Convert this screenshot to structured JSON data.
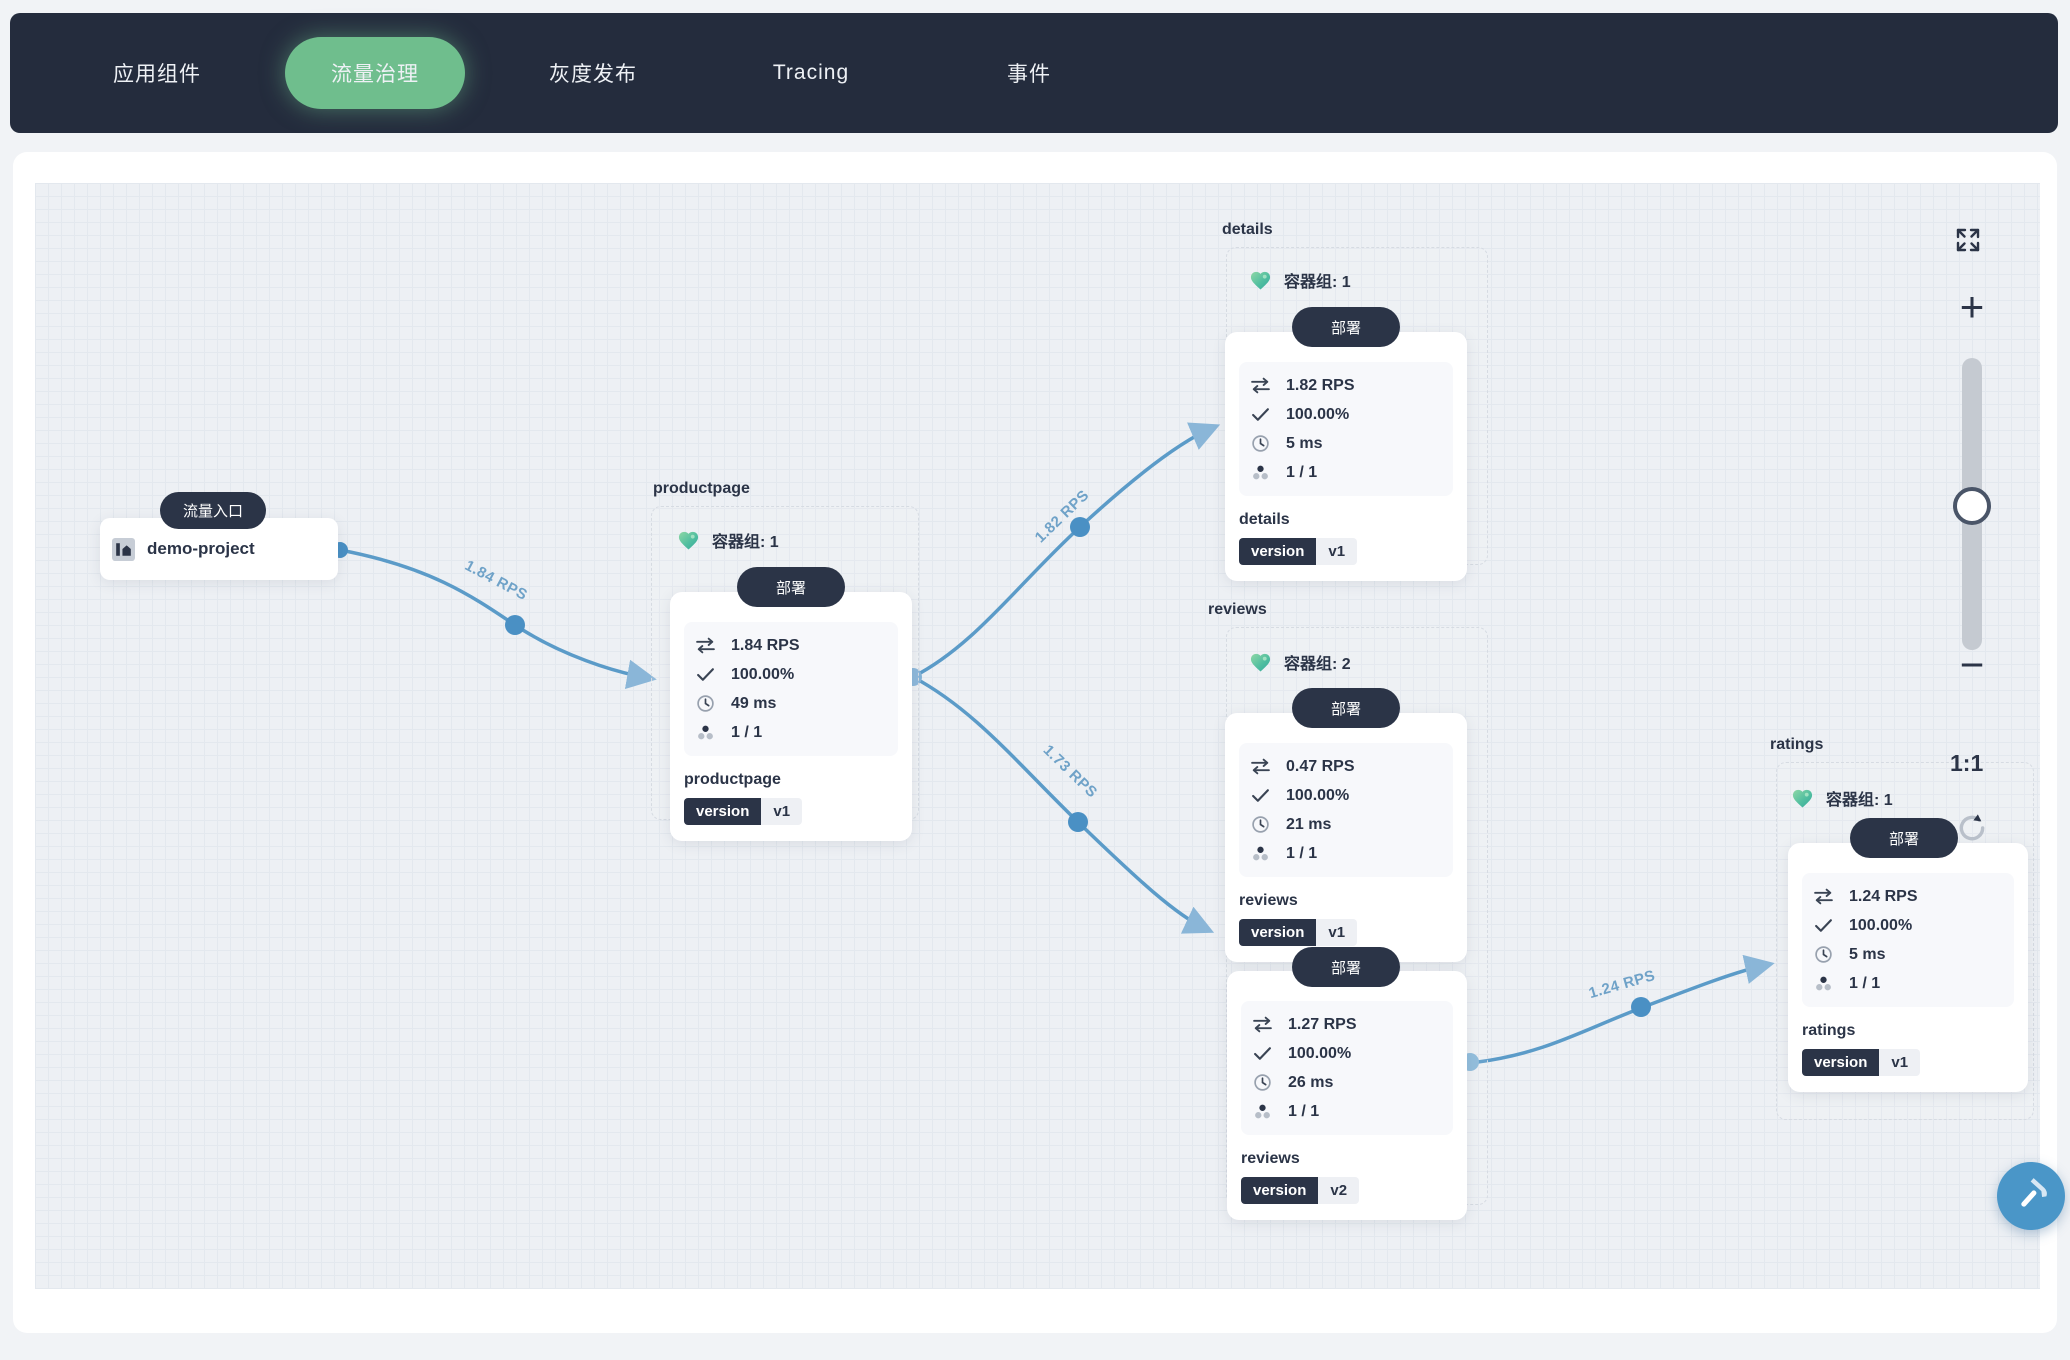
{
  "nav": {
    "tabs": [
      {
        "label": "应用组件",
        "active": false
      },
      {
        "label": "流量治理",
        "active": true
      },
      {
        "label": "灰度发布",
        "active": false
      },
      {
        "label": "Tracing",
        "active": false
      },
      {
        "label": "事件",
        "active": false
      }
    ]
  },
  "canvas": {
    "entry": {
      "badge": "流量入口",
      "project": "demo-project"
    },
    "groups": [
      {
        "title": "productpage",
        "pods": "容器组: 1"
      },
      {
        "title": "details",
        "pods": "容器组: 1"
      },
      {
        "title": "reviews",
        "pods": "容器组: 2"
      },
      {
        "title": "ratings",
        "pods": "容器组: 1"
      }
    ],
    "deployments": [
      {
        "pill": "部署",
        "rps": "1.84 RPS",
        "success": "100.00%",
        "latency": "49 ms",
        "replicas": "1 / 1",
        "service": "productpage",
        "version_label": "version",
        "version": "v1"
      },
      {
        "pill": "部署",
        "rps": "1.82 RPS",
        "success": "100.00%",
        "latency": "5 ms",
        "replicas": "1 / 1",
        "service": "details",
        "version_label": "version",
        "version": "v1"
      },
      {
        "pill": "部署",
        "rps": "0.47 RPS",
        "success": "100.00%",
        "latency": "21 ms",
        "replicas": "1 / 1",
        "service": "reviews",
        "version_label": "version",
        "version": "v1"
      },
      {
        "pill": "部署",
        "rps": "1.27 RPS",
        "success": "100.00%",
        "latency": "26 ms",
        "replicas": "1 / 1",
        "service": "reviews",
        "version_label": "version",
        "version": "v2"
      },
      {
        "pill": "部署",
        "rps": "1.24 RPS",
        "success": "100.00%",
        "latency": "5 ms",
        "replicas": "1 / 1",
        "service": "ratings",
        "version_label": "version",
        "version": "v1"
      }
    ],
    "edges": [
      {
        "label": "1.84 RPS"
      },
      {
        "label": "1.82 RPS"
      },
      {
        "label": "1.73 RPS"
      },
      {
        "label": "1.24 RPS"
      }
    ],
    "controls": {
      "zoom_in": "+",
      "zoom_out": "−",
      "zoom_reset": "1:1"
    },
    "icons": {
      "entry": "project-icon",
      "pods": "heart-icon",
      "rps": "transfer-icon",
      "success": "check-icon",
      "latency": "clock-icon",
      "replicas": "pods-icon",
      "fullscreen": "expand-icon",
      "reset": "refresh-icon",
      "tools": "hammer-icon"
    },
    "colors": {
      "nav_bg": "#242c3d",
      "accent_green": "#6fbe8d",
      "edge_blue": "#5b9bc8",
      "dark_navy": "#2b3447",
      "fab_blue": "#4a96c8",
      "grid_bg": "#edf0f4"
    }
  }
}
